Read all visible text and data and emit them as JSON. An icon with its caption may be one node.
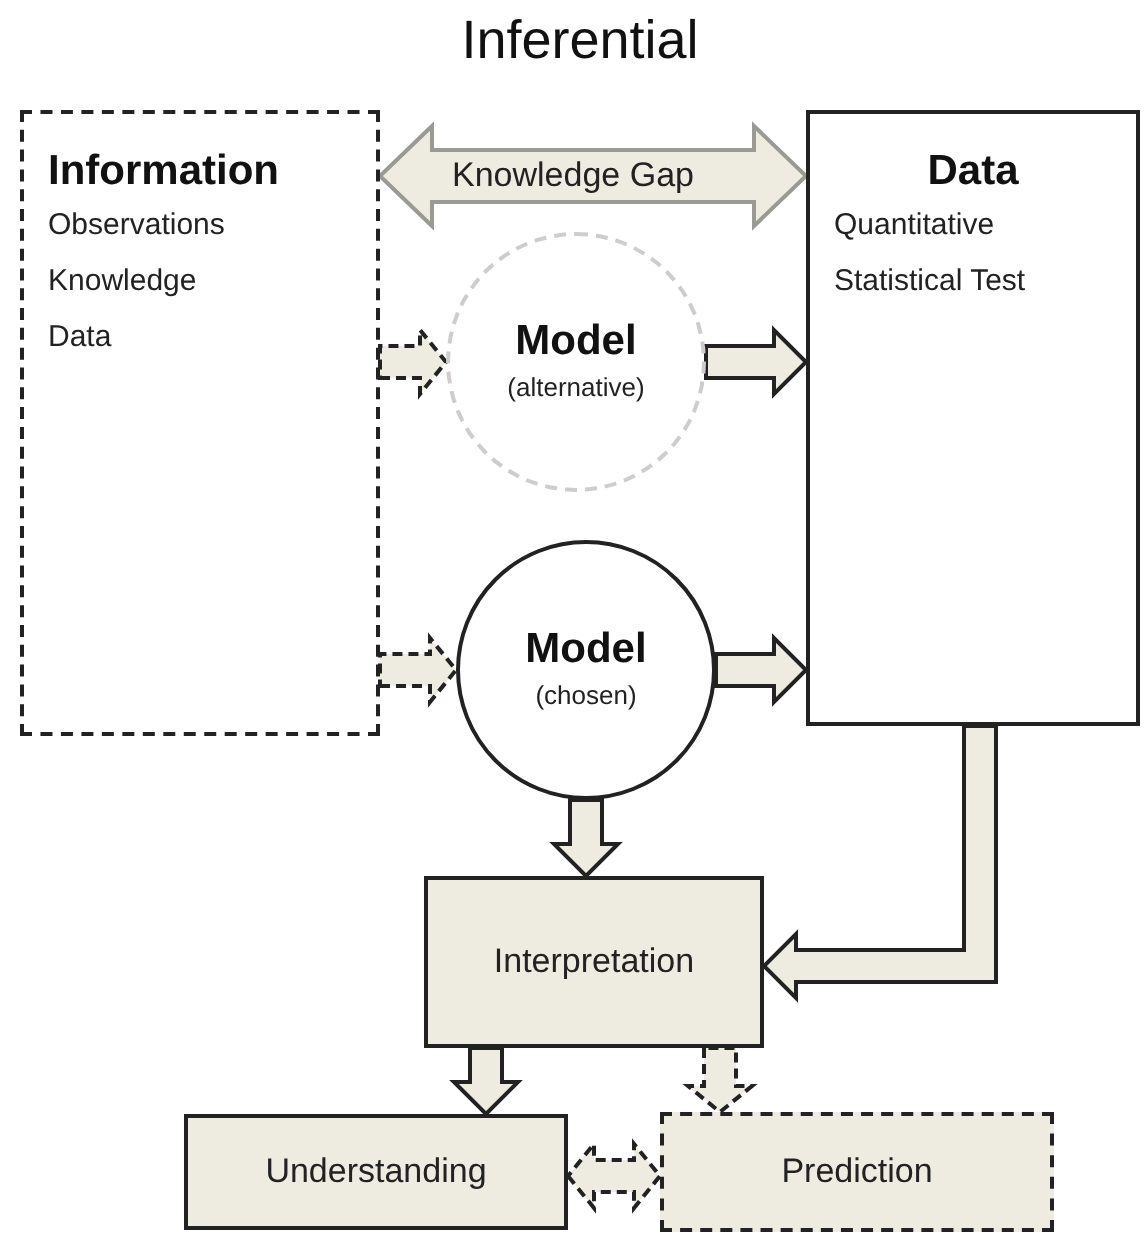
{
  "diagram": {
    "title": "Inferential",
    "nodes": [
      {
        "text": [
          "Information",
          "Observations",
          "Knowledge",
          "Data"
        ]
      },
      {
        "text": [
          "Data",
          "Quantitative",
          "Statistical Test"
        ]
      },
      {
        "text": [
          "Model",
          "(alternative)"
        ]
      },
      {
        "text": [
          "Model",
          "(chosen)"
        ]
      },
      {
        "text": [
          "Interpretation"
        ]
      },
      {
        "text": [
          "Understanding"
        ]
      },
      {
        "text": [
          "Prediction"
        ]
      }
    ],
    "edges": [
      {
        "from": 0,
        "to": 1,
        "arrow": "both",
        "label": "Knowledge Gap",
        "style": "thick"
      },
      {
        "from": 0,
        "to": 2,
        "arrow": "to",
        "style": "dashed"
      },
      {
        "from": 2,
        "to": 1,
        "arrow": "to"
      },
      {
        "from": 0,
        "to": 3,
        "arrow": "to",
        "style": "dashed"
      },
      {
        "from": 3,
        "to": 1,
        "arrow": "to"
      },
      {
        "from": 3,
        "to": 4,
        "arrow": "to"
      },
      {
        "from": 1,
        "to": 4,
        "arrow": "to"
      },
      {
        "from": 4,
        "to": 5,
        "arrow": "to"
      },
      {
        "from": 4,
        "to": 6,
        "arrow": "to",
        "style": "dashed"
      },
      {
        "from": 5,
        "to": 6,
        "arrow": "both",
        "style": "dashed"
      }
    ]
  }
}
